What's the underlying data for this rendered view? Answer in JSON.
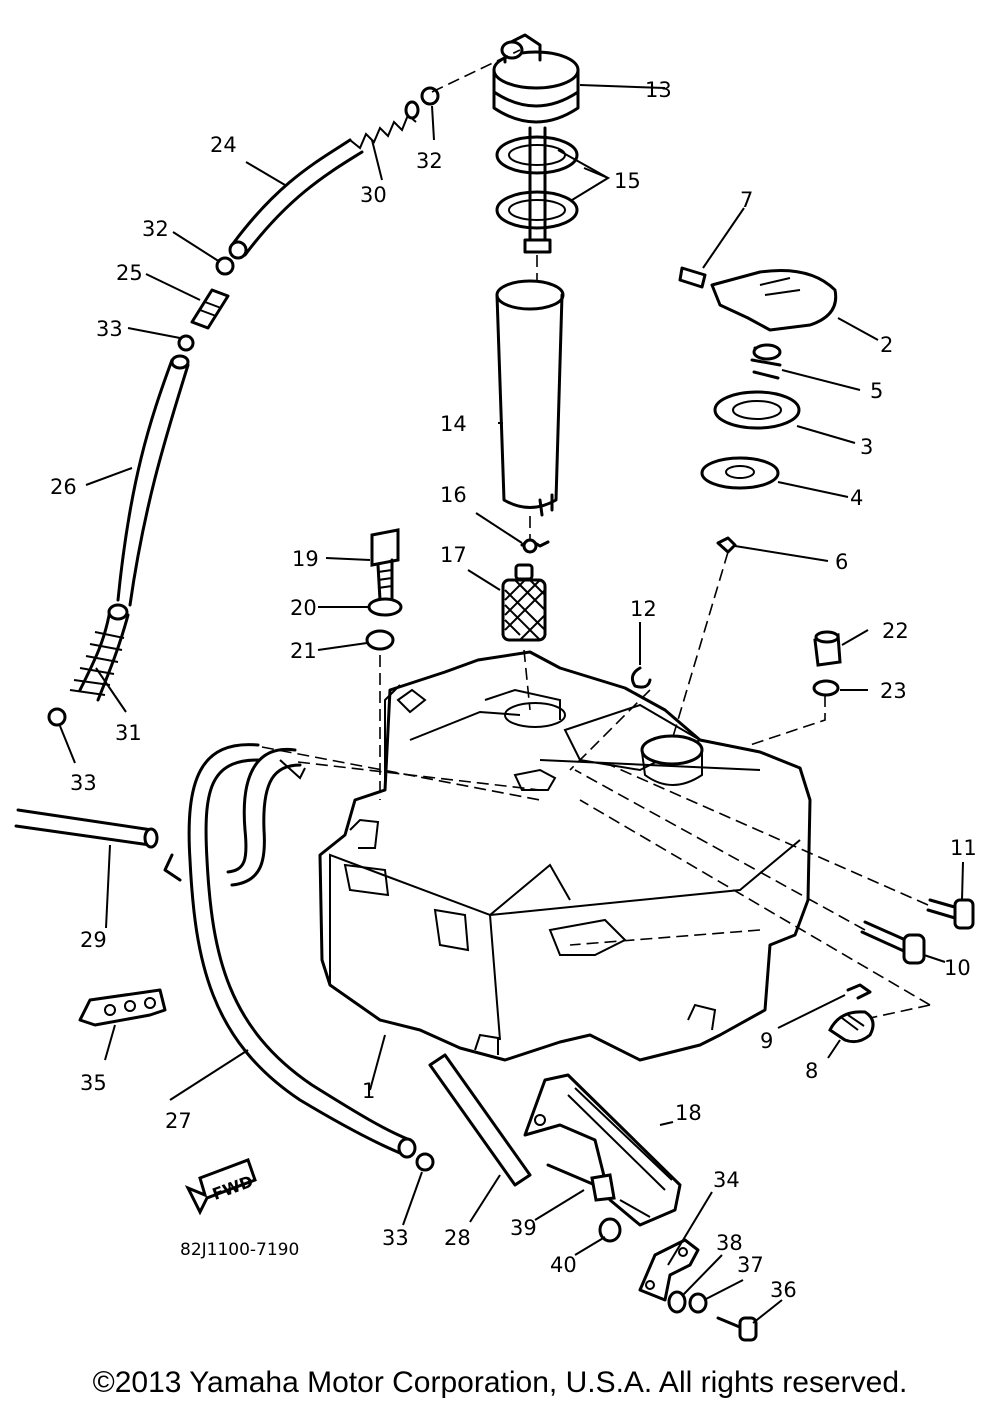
{
  "diagram": {
    "callouts": [
      {
        "label": "1"
      },
      {
        "label": "2"
      },
      {
        "label": "3"
      },
      {
        "label": "4"
      },
      {
        "label": "5"
      },
      {
        "label": "6"
      },
      {
        "label": "7"
      },
      {
        "label": "8"
      },
      {
        "label": "9"
      },
      {
        "label": "10"
      },
      {
        "label": "11"
      },
      {
        "label": "12"
      },
      {
        "label": "13"
      },
      {
        "label": "14"
      },
      {
        "label": "15"
      },
      {
        "label": "16"
      },
      {
        "label": "17"
      },
      {
        "label": "18"
      },
      {
        "label": "19"
      },
      {
        "label": "20"
      },
      {
        "label": "21"
      },
      {
        "label": "22"
      },
      {
        "label": "23"
      },
      {
        "label": "24"
      },
      {
        "label": "25"
      },
      {
        "label": "26"
      },
      {
        "label": "27"
      },
      {
        "label": "28"
      },
      {
        "label": "29"
      },
      {
        "label": "30"
      },
      {
        "label": "31"
      },
      {
        "label": "32"
      },
      {
        "label": "32"
      },
      {
        "label": "33"
      },
      {
        "label": "33"
      },
      {
        "label": "33"
      },
      {
        "label": "34"
      },
      {
        "label": "35"
      },
      {
        "label": "36"
      },
      {
        "label": "37"
      },
      {
        "label": "38"
      },
      {
        "label": "39"
      },
      {
        "label": "40"
      }
    ],
    "drawing_code": "82J1100-7190",
    "fwd_label": "FWD"
  },
  "footer": {
    "copyright": "©2013 Yamaha Motor Corporation, U.S.A. All rights reserved."
  }
}
